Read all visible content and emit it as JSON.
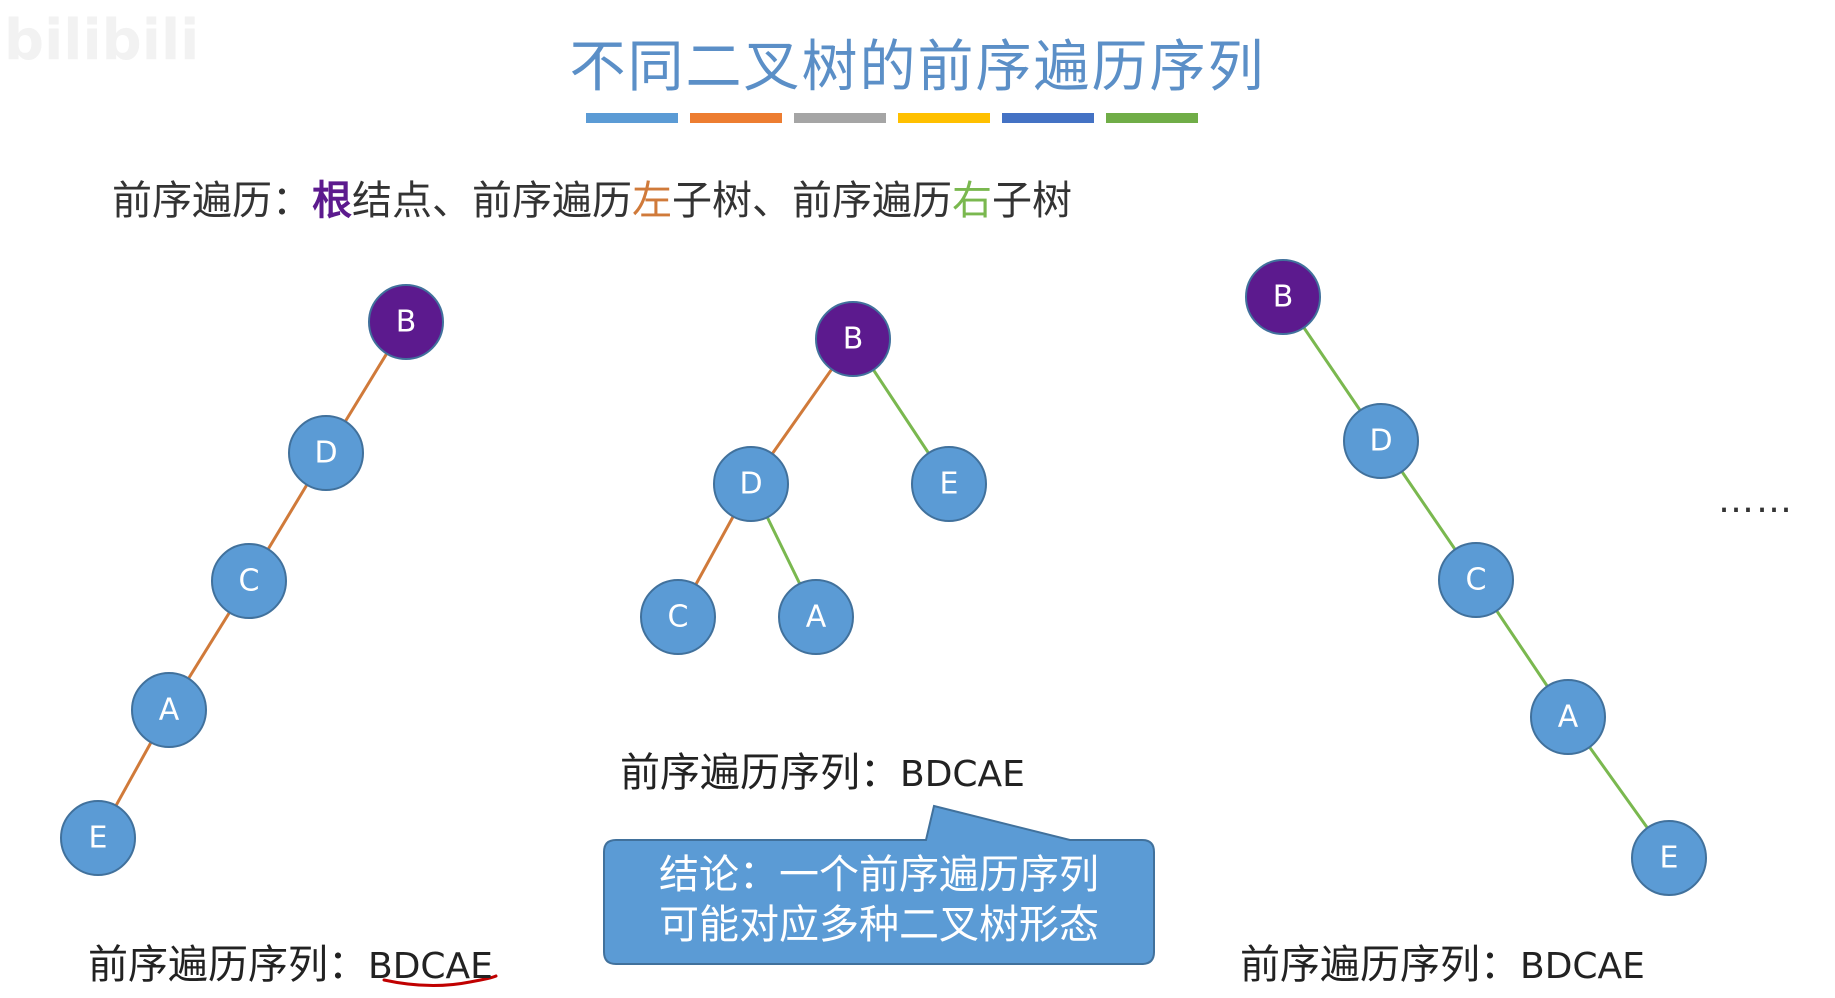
{
  "watermark": "bilibili",
  "title": "不同二叉树的前序遍历序列",
  "color_bars": [
    "#5b9bd5",
    "#ed7d31",
    "#a5a5a5",
    "#ffc000",
    "#4472c4",
    "#70ad47"
  ],
  "subtitle": {
    "p1": "前序遍历：",
    "root": "根",
    "p2": "结点、前序遍历",
    "left": "左",
    "p3": "子树、前序遍历",
    "right": "右",
    "p4": "子树"
  },
  "colors": {
    "root_node": "#5c1a8e",
    "child_node": "#5b9bd5",
    "node_stroke": "#41719c",
    "left_edge": "#d07a3a",
    "right_edge": "#7ab84f",
    "callout_fill": "#5b9bd5",
    "underline": "#c00000"
  },
  "trees": [
    {
      "nodes": [
        "B",
        "D",
        "C",
        "A",
        "E"
      ],
      "sequence_label": "前序遍历序列：",
      "sequence": "BDCAE"
    },
    {
      "nodes": [
        "B",
        "D",
        "E",
        "C",
        "A"
      ],
      "sequence_label": "前序遍历序列：",
      "sequence": "BDCAE"
    },
    {
      "nodes": [
        "B",
        "D",
        "C",
        "A",
        "E"
      ],
      "sequence_label": "前序遍历序列：",
      "sequence": "BDCAE"
    }
  ],
  "ellipsis": "……",
  "conclusion": {
    "line1": "结论：一个前序遍历序列",
    "line2": "可能对应多种二叉树形态"
  }
}
